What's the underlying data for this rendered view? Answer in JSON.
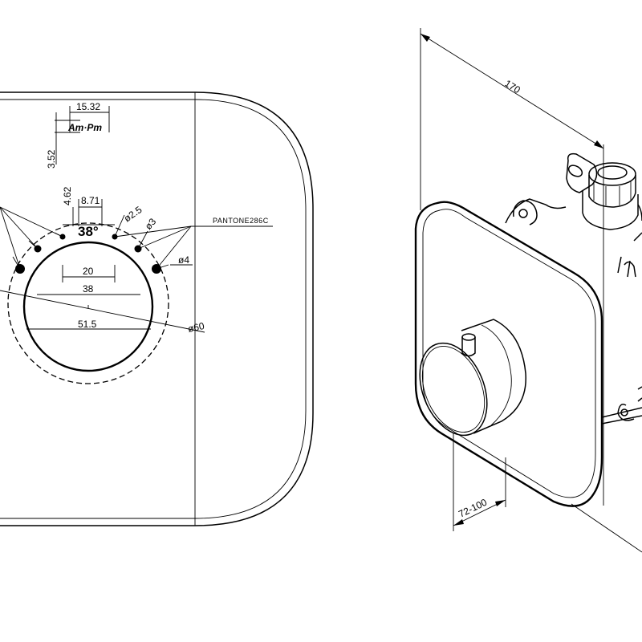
{
  "front_view": {
    "label_brand": "Am·Pm",
    "dim_logo_width": "15.32",
    "dim_logo_height": "3.52",
    "dim_dot_offset": "4.62",
    "dim_dot_spacing": "8.71",
    "angle": "38°",
    "dia_small_dot": "ø2.5",
    "dia_mid_dot": "ø3",
    "dia_big_dot": "ø4",
    "dim_inner_20": "20",
    "dim_inner_38": "38",
    "dim_inner_515": "51.5",
    "dia_outer": "ø60",
    "color_note": "PANTONE286C"
  },
  "side_view": {
    "dim_depth": "170",
    "dim_range": "72-100"
  }
}
